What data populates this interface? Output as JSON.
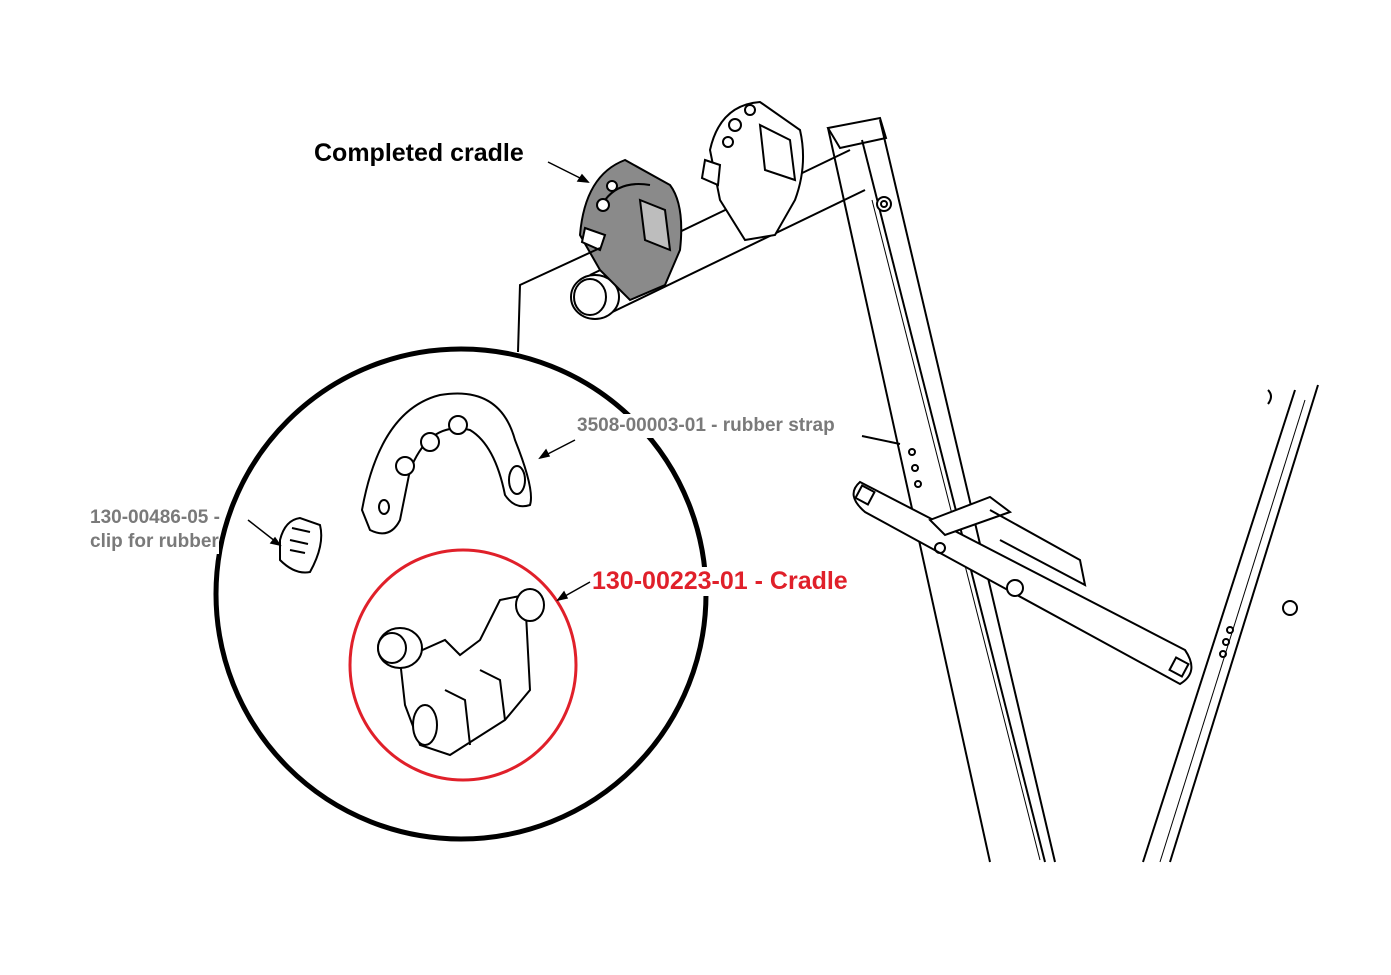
{
  "labels": {
    "completed": "Completed cradle",
    "strap": "3508-00003-01 - rubber strap",
    "clip_line1": "130-00486-05 -",
    "clip_line2": "clip for rubber",
    "cradle": "130-00223-01 - Cradle"
  },
  "colors": {
    "highlight": "#e0202a",
    "label_grey": "#7a7a7a",
    "line": "#000000",
    "cradle_fill": "#8a8a8a"
  }
}
